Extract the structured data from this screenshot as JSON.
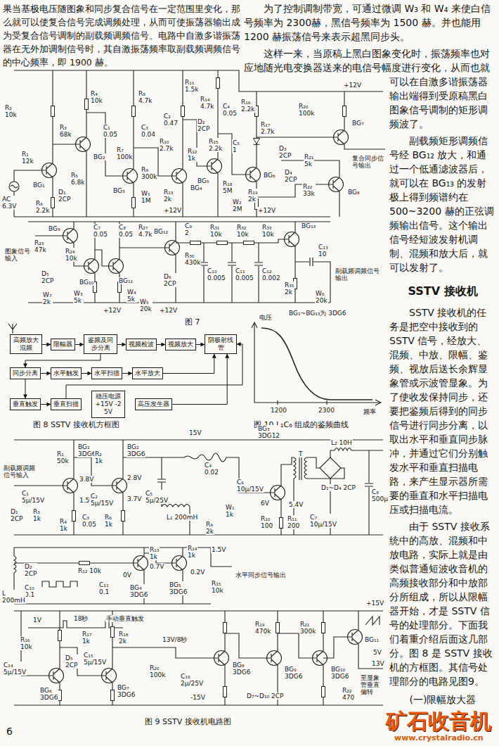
{
  "diagram": {
    "nodes": [
      {
        "text": [
          "高频放大混频"
        ]
      },
      {
        "text": [
          "限幅器"
        ]
      },
      {
        "text": [
          "鉴频及同步分离"
        ]
      },
      {
        "text": [
          "视频检波"
        ]
      },
      {
        "text": [
          "视频放大"
        ]
      },
      {
        "text": [
          "阴极射线管"
        ]
      },
      {
        "text": [
          "同步分离"
        ]
      },
      {
        "text": [
          "水平触发"
        ]
      },
      {
        "text": [
          "水平扫描"
        ]
      },
      {
        "text": [
          "水平放大"
        ]
      },
      {
        "text": [
          "垂直触发"
        ]
      },
      {
        "text": [
          "垂直扫描"
        ]
      },
      {
        "text": [
          "稳压电源 +15V -25V"
        ]
      },
      {
        "text": [
          "高压发生器"
        ]
      }
    ],
    "edges": [
      {
        "from": 0,
        "to": 1,
        "arrow": "to"
      },
      {
        "from": 1,
        "to": 2,
        "arrow": "to"
      },
      {
        "from": 2,
        "to": 3,
        "arrow": "to"
      },
      {
        "from": 3,
        "to": 4,
        "arrow": "to"
      },
      {
        "from": 4,
        "to": 5,
        "arrow": "to"
      },
      {
        "from": 2,
        "to": 6,
        "arrow": "to"
      },
      {
        "from": 6,
        "to": 7,
        "arrow": "to"
      },
      {
        "from": 7,
        "to": 8,
        "arrow": "to"
      },
      {
        "from": 8,
        "to": 9,
        "arrow": "to"
      },
      {
        "from": 9,
        "to": 5,
        "arrow": "to"
      },
      {
        "from": 6,
        "to": 10,
        "arrow": "to"
      },
      {
        "from": 10,
        "to": 11,
        "arrow": "to"
      },
      {
        "from": 11,
        "to": 5,
        "arrow": "to"
      },
      {
        "from": 13,
        "to": 5,
        "arrow": "to"
      }
    ],
    "labels": [
      "果当基极电压随图象和同步复合信号在一定范围里变化，那么就可以使复合信号完成调频处理，从而可使振荡器输出成为受复合信号调制的副载频调频信号。电路中自激多谐振荡器在无外加调制信号时，其自激振荡频率取副载频调频信号的中心频率，即 1900 赫。",
      "为了控制调制带宽，可通过微调 W₃ 和 W₄ 来使白信号频率为 2300赫，黑信号频率为 1500 赫。并也能用 1200 赫振荡信号来表示超黑同步头。",
      "这样一来，当原稿上黑白图象变化时，振荡频率也对应地随光电变换器送来的电信号幅度进行变化，从而也就可以在自激多谐振荡器输出端得到受原稿黑白图象信号调制的矩形调频波了。",
      "副载频矩形调频信号经 BG₁₂ 放大，和通过一个低通滤波器后，就可以在 BG₁₃ 的发射极上得到频谱约在 500~3200 赫的正弦调频输出信号。这个输出信号经短波发射机调制、混频和放大后，就可以发射了。",
      "SSTV 接收机",
      "SSTV 接收机的任务是把空中接收到的 SSTV 信号，经放大、混频、中放、限幅、鉴频、视放后送长余辉显象管或示波管显象。为了使收发保持同步，还要把鉴频后得到的同步信号进行同步分离，以取出水平和垂直同步脉冲，并通过它们分别触发水平和垂直扫描电路，来产生显示器所需要的垂直和水平扫描电压或扫描电流。",
      "由于 SSTV 接收系统中的高放、混频和中放电路，实际上就是由类似普通短波收音机的高频接收部分和中放部分所组成，所以从限幅器开始，才是 SSTV 信号的处理部分。下面我们着重介绍后面这几部分。图 8 是 SSTV 接收机的方框图。其信号处理部分的电路见图9。",
      "(一)限幅放大器",
      "图 7",
      "图 8   SSTV 接收机方框图",
      "图 10   L₁C₆ 组成的鉴频曲线",
      "图 9   SSTV 接收机电路图",
      "电压",
      "1200",
      "2300",
      "频率",
      "R₂ 10k",
      "R₁ 12k",
      "AC 6.3V",
      "BG₁",
      "R₃ 68k",
      "R₄ 10k",
      "BG₂",
      "R₅ 6.8k",
      "D₁ 2CP",
      "R₆ 2.2k",
      "C₁ 0.05",
      "R₇ 100k",
      "R₈ 4.7k",
      "C₃ 0.04",
      "C₂ 0.47",
      "R₁₁ 1.5k",
      "R₁₀ 2.7k",
      "R₁₂ 1k",
      "BG₃",
      "R₉ 300k",
      "BG₄",
      "R₁₃ 2k",
      "W₁ 1M",
      "+12V",
      "R₁₄ 4.7k",
      "D₂ 2CP",
      "C₄ 0.05",
      "R₁₅ 2.2k",
      "R₁₆ 2.2k",
      "R₁₇ 2.7k",
      "C₅ 1",
      "R₁₈ 5M",
      "W₂ 2M",
      "BG₅",
      "BG₆",
      "D₃ 2CP",
      "D₄ 2CP",
      "R₁₉ 2k",
      "+12V",
      "+12V",
      "R₂₀ 100k",
      "BG₇",
      "R₂₁ 5k",
      "复合同步信号输出",
      "BG₈",
      "R₂₂ 33k",
      "BG₉",
      "R₂₃ 47k",
      "图象信号输入",
      "R₂₄ 10k",
      "D₅ 2CP",
      "BG₁₀",
      "C₇ 0.05",
      "C₈ 0.05",
      "BG₁₁",
      "R₂₇ 4.7k",
      "W₃ 5k",
      "W₄ 5k",
      "W₇ 2k",
      "+12V",
      "W₅ 20k",
      "+12V",
      "BG₁₂",
      "C₉ 2",
      "R₃₀ 430k",
      "D₆ 2CP",
      "R₃₁ 10k",
      "R₃₂ 10k",
      "R₃₃ 10k",
      "C₁₀ 0.005",
      "C₁₁ 0.005",
      "C₁₂ 0.002",
      "BG₁₃",
      "C₁₃ 10",
      "R₃₅ 2k",
      "W₆ 20k",
      "副载频调频信号输出",
      "BG₁~BG₁₃为 3DG6",
      "BG₁ 3DG6",
      "BG₂ 3DG6",
      "BG₃ 3DG12",
      "副载频调频信号输入",
      "R₁ 50k",
      "R₂ 1k",
      "C₁ 5μ/15V",
      "R₃ 1k",
      "D₁ 2CP",
      "3.8V",
      "1.5V",
      "R₄ 1k",
      "C₂ 5μ/15V",
      "2.8V",
      "3.7V",
      "R₆ 1k",
      "C₃ 0.05",
      "15V",
      "C₄ 0.02",
      "C₅ 5μ/25V",
      "L₁ 200mH",
      "C₆ 10μ/15V",
      "R₉ 2k",
      "W₁ 1k",
      "6V",
      "5.4V",
      "T",
      "L₂ 10H",
      "D₁~D₄ 2CP",
      "C₈ 500μ",
      "R₁₀ 100",
      "R₁₁ 200",
      "C₇ 10μ/15V",
      "D₂ 2CP",
      "C₁₀ 0.1",
      "L 200mH",
      "R₁₂ 10k",
      "C₁₁ 0.1",
      "R₁₃ 1k",
      "R₁₄ 1k",
      "0V",
      "0.7V",
      "0.2V",
      "1.5V",
      "R₁₅ 10k",
      "水平同步信号输出",
      "BG₄ 3DG6",
      "BG₅ 3DG6",
      "18秒",
      "手动垂直触发",
      "1V",
      "R₁₆ 10k",
      "D₅ 2CP",
      "C₁₄ 5μ/15V",
      "R₁₇ 1k",
      "R₁₈ 2k",
      "C₁₅ 5μ/15V",
      "BG₆ 3DG6",
      "BG₇ 3DG6",
      "13V/8秒",
      "BG₈ 3DG6",
      "R₂₀ 100k",
      "-15V",
      "C₁₆ 2μ/25V",
      "D₇~D₁₀ 2CP",
      "BG₉ 3DG6",
      "BG₁₀ 3DG6",
      "BG₁₁",
      "R₁₉ 470k",
      "R₂₁ 300k",
      "R₂₂ 470",
      "+15V",
      "5V",
      "13V",
      "至显象管垂直偏转",
      "6",
      "矿石收音机",
      "www.crystalradio.cn"
    ]
  }
}
